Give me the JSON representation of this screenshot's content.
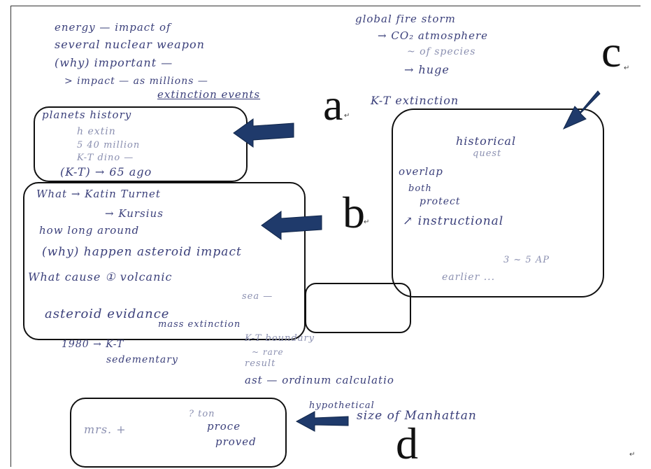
{
  "notes": {
    "top_left": [
      "energy — impact of",
      "several nuclear weapon",
      "(why) important —",
      "> impact — as millions —",
      "extinction events",
      "(K-T) → 65 ago"
    ],
    "box_a": [
      "planets history",
      "h extin",
      "5 40 million",
      "K-T dino —"
    ],
    "box_b": [
      "What → Katin  Turnet",
      "→ Kursius",
      "how long  around",
      "(why) happen  asteroid impact",
      "What cause  ① volcanic",
      "asteroid  evidance",
      "mass extinction"
    ],
    "middle": [
      "sea —"
    ],
    "lower_left": [
      "1980 → K-T",
      "sedementary"
    ],
    "lower_middle": [
      "K-T boundary",
      "~ rare",
      "result",
      "ast — ordinum  calculatio"
    ],
    "box_c": [
      "historical",
      "quest",
      "overlap",
      "both",
      "protect",
      "↗ instructional",
      "3 ~ 5 AP",
      "earlier ..."
    ],
    "top_right": [
      "global fire storm",
      "→ CO₂ atmosphere",
      "~ of species",
      "→ huge",
      "K-T extinction"
    ],
    "box_d": [
      "mrs. +",
      "? ton",
      "proce",
      "proved"
    ],
    "bottom": [
      "hypothetical",
      "size of Manhattan"
    ]
  },
  "labels": {
    "a": "a",
    "b": "b",
    "c": "c",
    "d": "d"
  },
  "marks": {
    "return": "↵"
  },
  "colors": {
    "ink": "#3a3f7a",
    "arrow": "#1f3a6b",
    "box": "#111111"
  }
}
